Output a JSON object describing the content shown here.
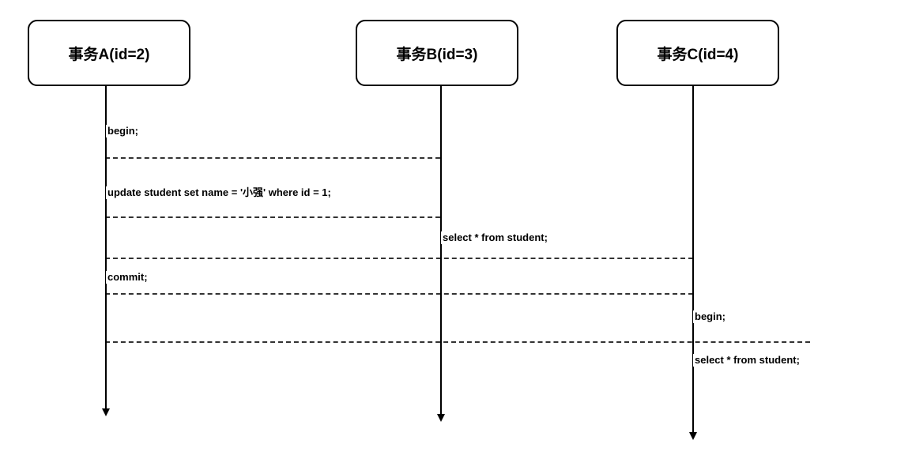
{
  "diagram": {
    "type": "sequence-timeline",
    "background_color": "#ffffff",
    "line_color": "#000000",
    "separator_color": "#333333",
    "actors": [
      {
        "id": "A",
        "label": "事务A(id=2)"
      },
      {
        "id": "B",
        "label": "事务B(id=3)"
      },
      {
        "id": "C",
        "label": "事务C(id=4)"
      }
    ],
    "events": [
      {
        "actor": "A",
        "label": "begin;"
      },
      {
        "actor": "A",
        "label": "update student set name = '小强' where id = 1;"
      },
      {
        "actor": "B",
        "label": "select * from student;"
      },
      {
        "actor": "A",
        "label": "commit;"
      },
      {
        "actor": "C",
        "label": "begin;"
      },
      {
        "actor": "C",
        "label": "select * from student;"
      }
    ],
    "separators": [
      {
        "after_event": 0,
        "span": "A-to-B"
      },
      {
        "after_event": 1,
        "span": "A-to-B"
      },
      {
        "after_event": 2,
        "span": "A-to-C"
      },
      {
        "after_event": 3,
        "span": "A-to-C"
      },
      {
        "after_event": 4,
        "span": "A-to-right-of-C"
      }
    ]
  }
}
